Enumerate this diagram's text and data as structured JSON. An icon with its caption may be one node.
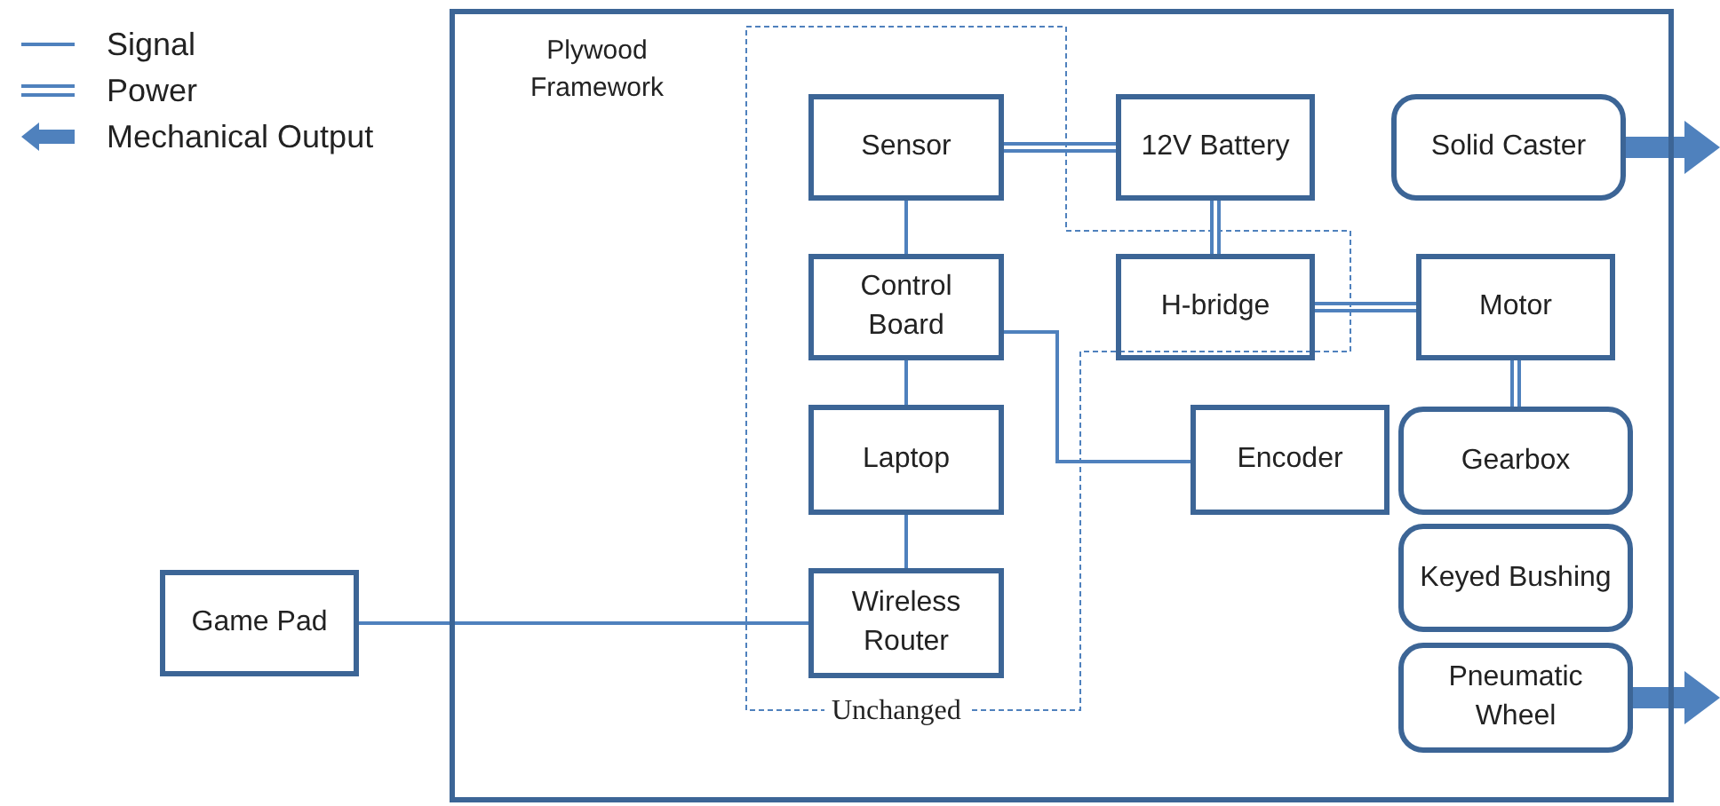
{
  "diagram": {
    "nodes": [
      {
        "text": [
          "Plywood Framework"
        ]
      },
      {
        "text": [
          "Unchanged"
        ],
        "in": 0
      },
      {
        "text": [
          "Sensor"
        ],
        "in": 1
      },
      {
        "text": [
          "12V Battery"
        ],
        "in": 0
      },
      {
        "text": [
          "Solid Caster"
        ],
        "in": 0
      },
      {
        "text": [
          "Control Board"
        ],
        "in": 1
      },
      {
        "text": [
          "H-bridge"
        ],
        "in": 1
      },
      {
        "text": [
          "Motor"
        ],
        "in": 0
      },
      {
        "text": [
          "Laptop"
        ],
        "in": 1
      },
      {
        "text": [
          "Encoder"
        ],
        "in": 0
      },
      {
        "text": [
          "Gearbox"
        ],
        "in": 0
      },
      {
        "text": [
          "Keyed Bushing"
        ],
        "in": 0
      },
      {
        "text": [
          "Game Pad"
        ]
      },
      {
        "text": [
          "Wireless Router"
        ],
        "in": 1
      },
      {
        "text": [
          "Pneumatic Wheel"
        ],
        "in": 0
      }
    ],
    "edges": [
      {
        "from": 2,
        "to": 3,
        "arrow": "none",
        "style": "thick"
      },
      {
        "from": 2,
        "to": 5,
        "arrow": "none"
      },
      {
        "from": 3,
        "to": 6,
        "arrow": "none",
        "style": "thick"
      },
      {
        "from": 5,
        "to": 9,
        "arrow": "none"
      },
      {
        "from": 6,
        "to": 7,
        "arrow": "none",
        "style": "thick"
      },
      {
        "from": 5,
        "to": 8,
        "arrow": "none"
      },
      {
        "from": 7,
        "to": 10,
        "arrow": "none",
        "style": "thick"
      },
      {
        "from": 8,
        "to": 13,
        "arrow": "none"
      },
      {
        "from": 12,
        "to": 13,
        "arrow": "none"
      },
      {
        "from": 4,
        "to": null,
        "arrow": "to",
        "style": "thick"
      },
      {
        "from": 14,
        "to": null,
        "arrow": "to",
        "style": "thick"
      }
    ],
    "legend": [
      {
        "text": "Signal"
      },
      {
        "text": "Power"
      },
      {
        "text": "Mechanical Output"
      }
    ]
  }
}
